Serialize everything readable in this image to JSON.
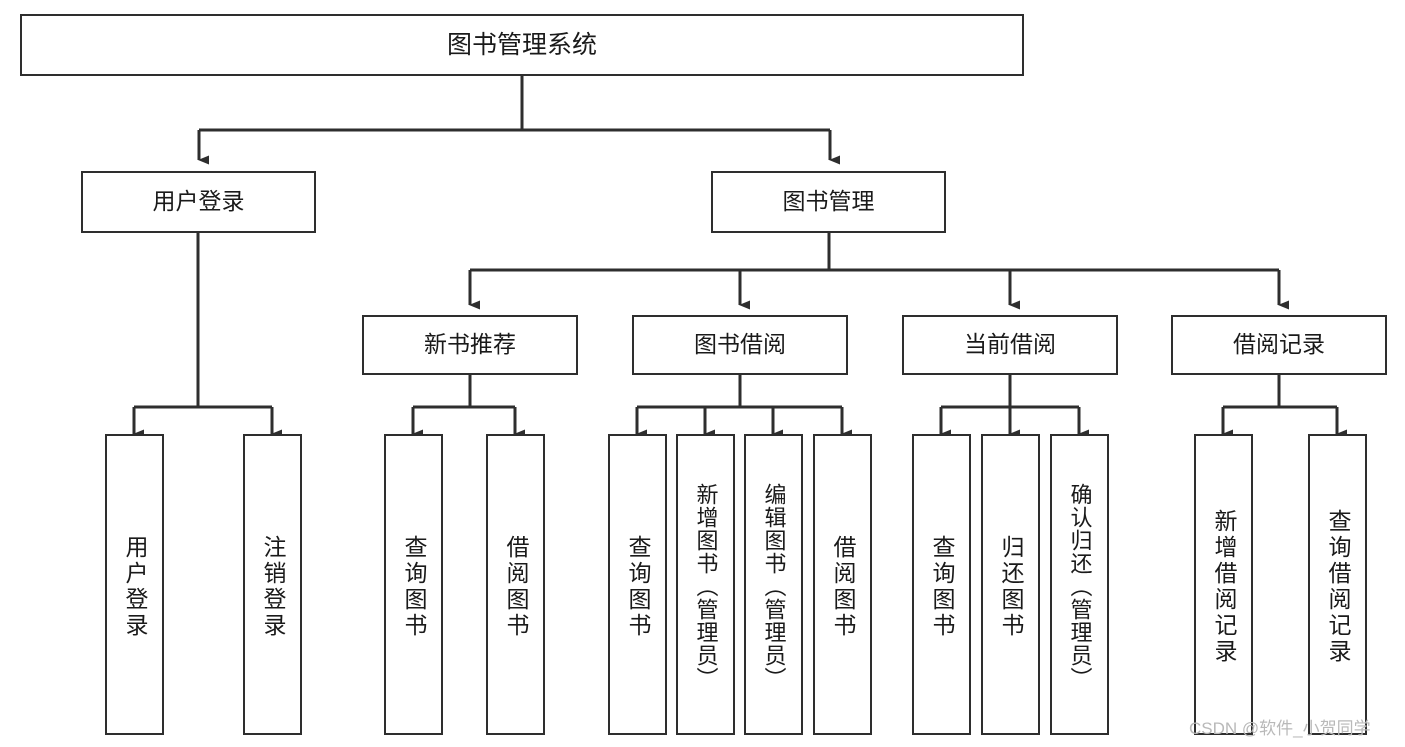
{
  "diagram": {
    "type": "tree-hierarchy-chart",
    "title": "图书管理系统",
    "line_color": "#2e2e2e",
    "background_color": "#ffffff",
    "watermark": "CSDN @软件_小贺同学",
    "levels": [
      {
        "level": 0,
        "nodes": [
          {
            "id": "root",
            "label": "图书管理系统"
          }
        ]
      },
      {
        "level": 1,
        "nodes": [
          {
            "id": "login",
            "label": "用户登录",
            "parent": "root"
          },
          {
            "id": "bookmgmt",
            "label": "图书管理",
            "parent": "root"
          }
        ]
      },
      {
        "level": 2,
        "nodes": [
          {
            "id": "newbook",
            "label": "新书推荐",
            "parent": "bookmgmt"
          },
          {
            "id": "borrow",
            "label": "图书借阅",
            "parent": "bookmgmt"
          },
          {
            "id": "current",
            "label": "当前借阅",
            "parent": "bookmgmt"
          },
          {
            "id": "records",
            "label": "借阅记录",
            "parent": "bookmgmt"
          }
        ]
      },
      {
        "level": 3,
        "nodes": [
          {
            "id": "leaf1",
            "label": "用户登录",
            "parent": "login"
          },
          {
            "id": "leaf2",
            "label": "注销登录",
            "parent": "login"
          },
          {
            "id": "leaf3",
            "label": "查询图书",
            "parent": "newbook"
          },
          {
            "id": "leaf4",
            "label": "借阅图书",
            "parent": "newbook"
          },
          {
            "id": "leaf5",
            "label": "查询图书",
            "parent": "borrow"
          },
          {
            "id": "leaf6",
            "label": "新增图书（管理员）",
            "parent": "borrow"
          },
          {
            "id": "leaf7",
            "label": "编辑图书（管理员）",
            "parent": "borrow"
          },
          {
            "id": "leaf8",
            "label": "借阅图书",
            "parent": "borrow"
          },
          {
            "id": "leaf9",
            "label": "查询图书",
            "parent": "current"
          },
          {
            "id": "leaf10",
            "label": "归还图书",
            "parent": "current"
          },
          {
            "id": "leaf11",
            "label": "确认归还（管理员）",
            "parent": "current"
          },
          {
            "id": "leaf12",
            "label": "新增借阅记录",
            "parent": "records"
          },
          {
            "id": "leaf13",
            "label": "查询借阅记录",
            "parent": "records"
          }
        ]
      }
    ]
  }
}
